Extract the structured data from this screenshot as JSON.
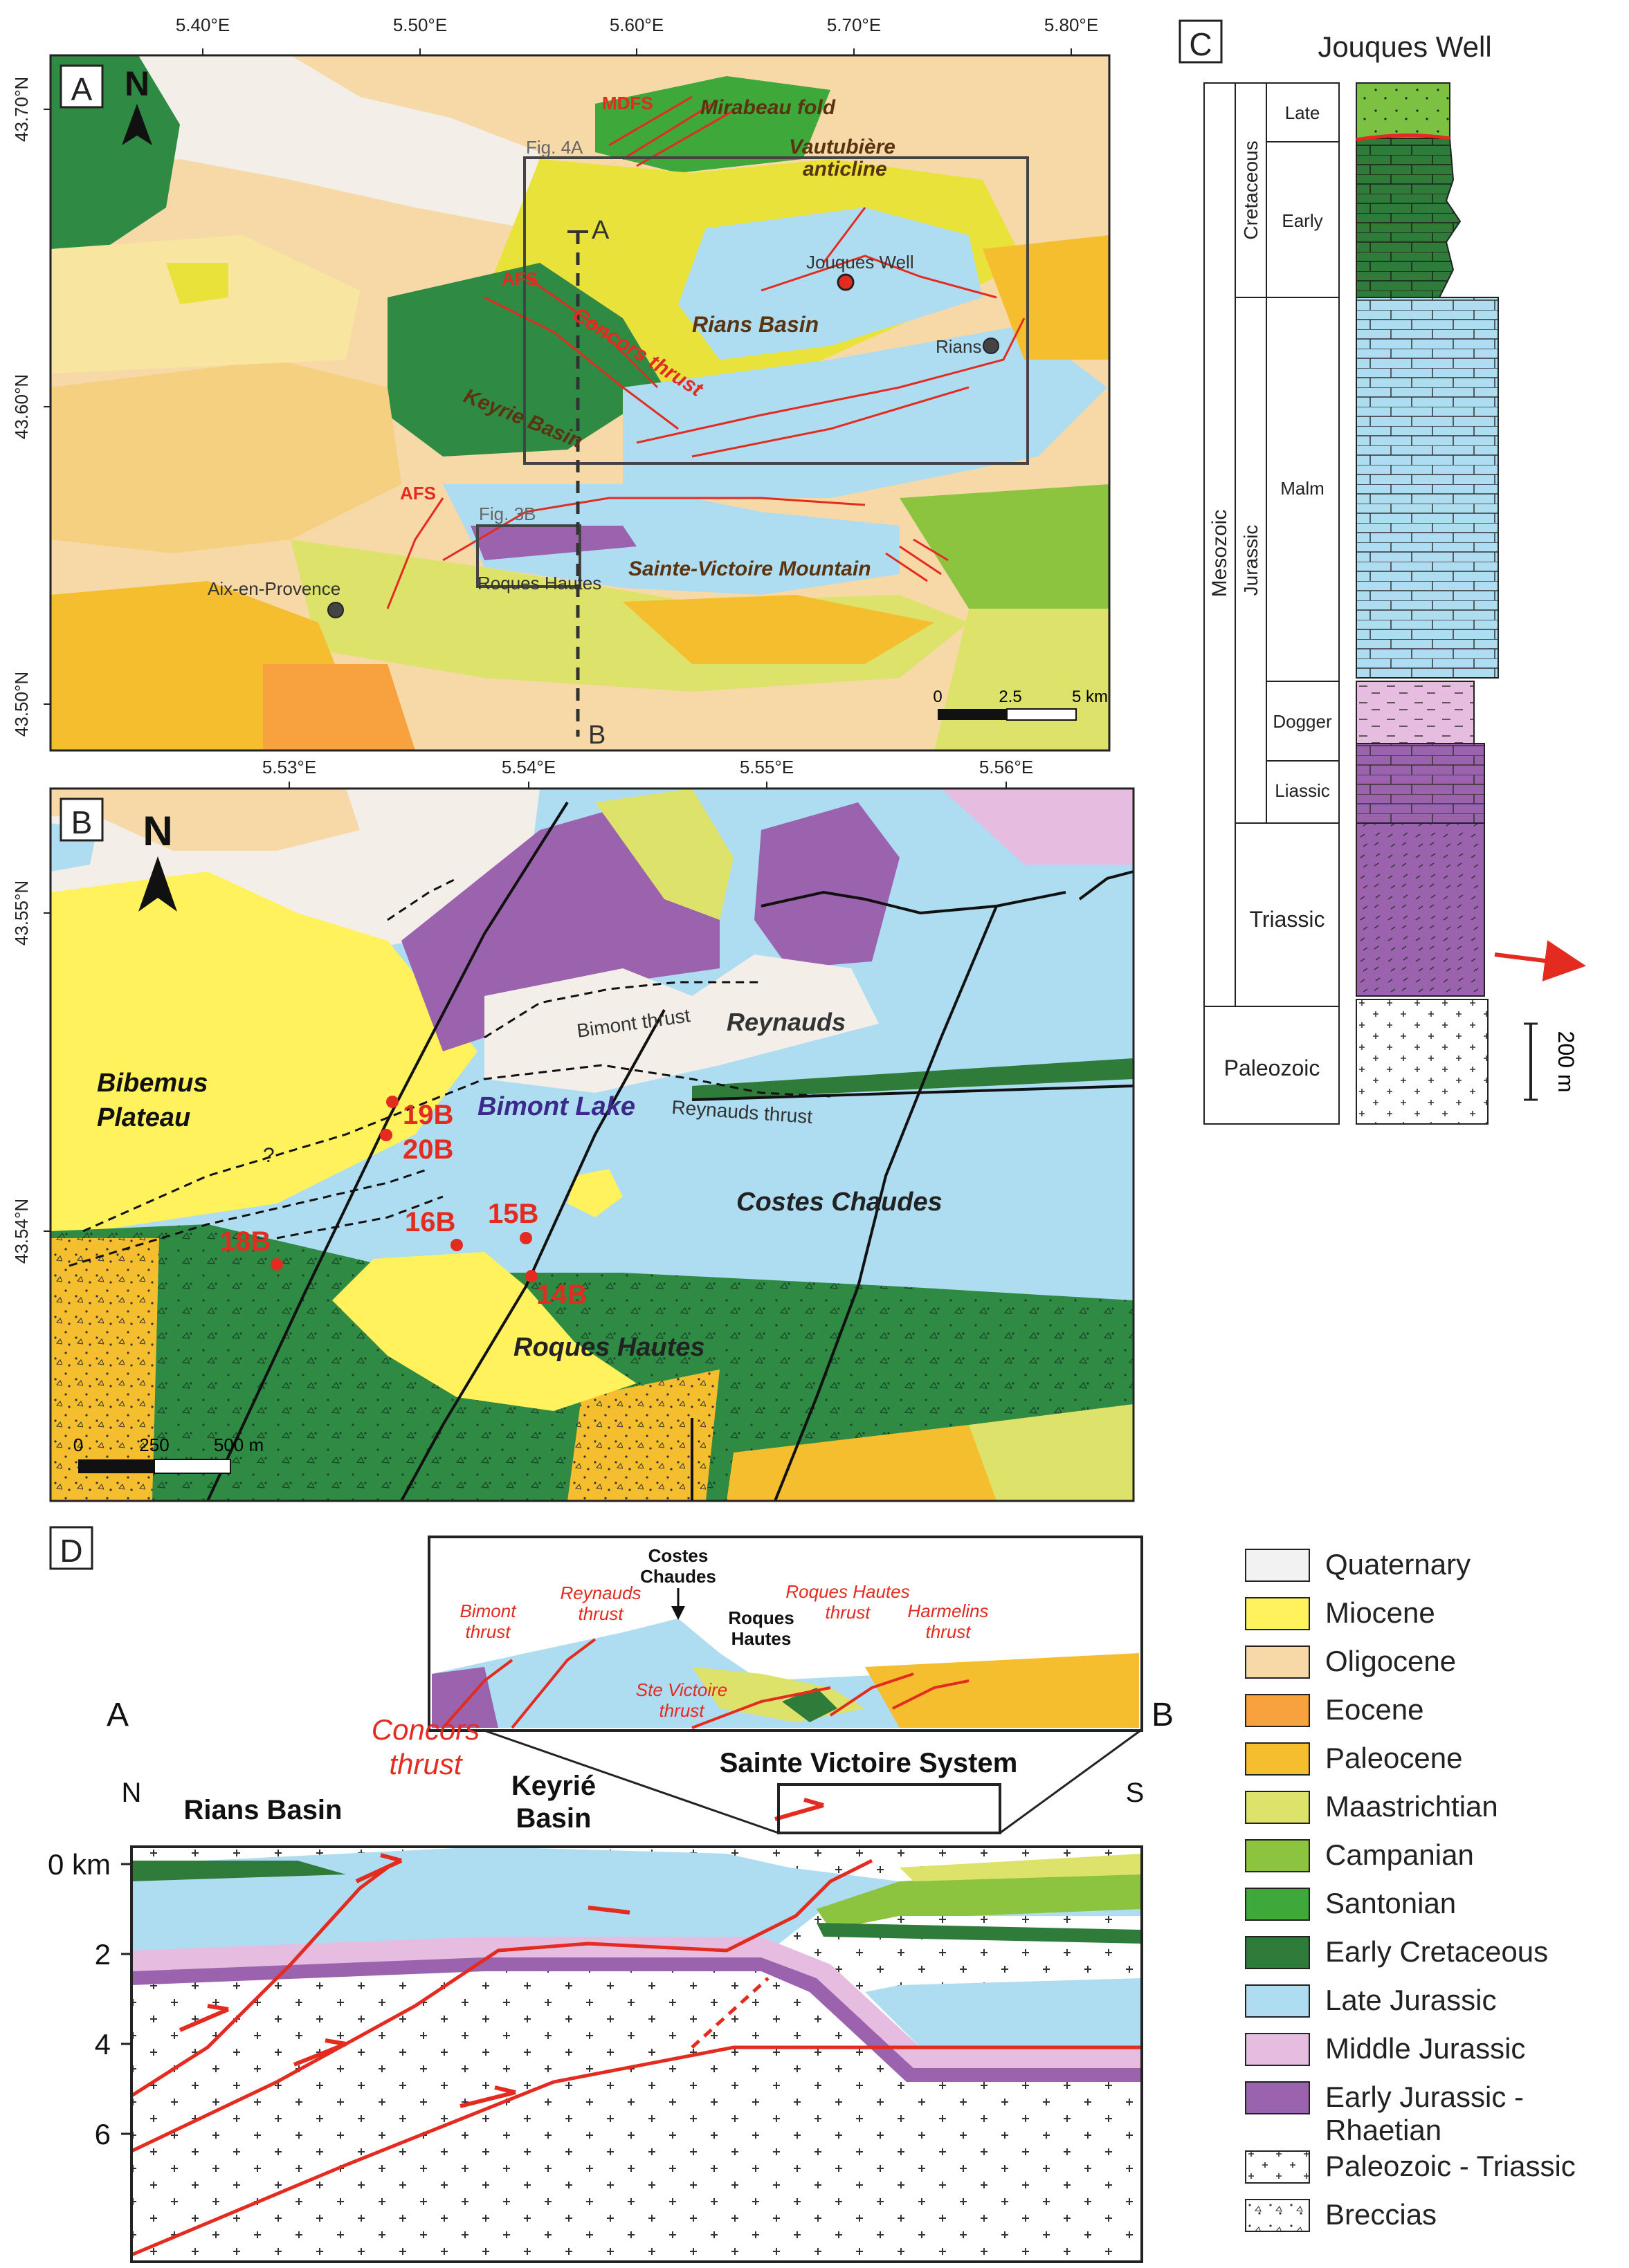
{
  "panel_letters": {
    "a": "A",
    "b": "B",
    "c": "C",
    "d": "D"
  },
  "north": "N",
  "colors": {
    "quaternary": "#f2f2f2",
    "miocene": "#fff25c",
    "oligocene": "#f6d9a7",
    "eocene": "#f7a23e",
    "paleocene": "#f4be2e",
    "maastrichtian": "#dde26a",
    "campanian": "#8cc43f",
    "santonian": "#3ea83a",
    "early_cretaceous": "#2e7b3a",
    "late_jurassic": "#aedcf1",
    "middle_jurassic": "#e6bde0",
    "early_jurassic": "#9b63ad",
    "fault": "#e32b20"
  },
  "panel_a": {
    "lon_ticks": [
      "5.40°E",
      "5.50°E",
      "5.60°E",
      "5.70°E",
      "5.80°E"
    ],
    "lat_ticks": [
      "43.70°N",
      "43.60°N",
      "43.50°N"
    ],
    "labels": {
      "mdfs": "MDFS",
      "mirabeau": "Mirabeau fold",
      "vautubiere": "Vautubière anticline",
      "fig4a": "Fig. 4A",
      "jouques": "Jouques Well",
      "afs1": "AFS",
      "afs2": "AFS",
      "rians_basin": "Rians Basin",
      "rians": "Rians",
      "concors": "Concors thrust",
      "keyrie": "Keyrie Basin",
      "fig3b": "Fig. 3B",
      "aix": "Aix-en-Provence",
      "roques": "Roques Hautes",
      "sv_mountain": "Sainte-Victoire Mountain",
      "section_a": "A",
      "section_b": "B"
    },
    "scale": {
      "s0": "0",
      "s1": "2.5",
      "s2": "5 km"
    }
  },
  "panel_b": {
    "lon_ticks": [
      "5.53°E",
      "5.54°E",
      "5.55°E",
      "5.56°E"
    ],
    "lat_ticks": [
      "43.55°N",
      "43.54°N"
    ],
    "labels": {
      "reynauds": "Reynauds",
      "bimont_thrust": "Bimont thrust",
      "bibemus1": "Bibemus",
      "bibemus2": "Plateau",
      "bimont_lake": "Bimont Lake",
      "reynauds_thrust": "Reynauds thrust",
      "costes": "Costes Chaudes",
      "roques": "Roques Hautes",
      "q": "?"
    },
    "samples": [
      "19B",
      "20B",
      "18B",
      "16B",
      "15B",
      "14B"
    ],
    "scale": {
      "s0": "0",
      "s1": "250",
      "s2": "500 m"
    }
  },
  "panel_c": {
    "title": "Jouques Well",
    "col_era": "Mesozoic",
    "col_period_cret": "Cretaceous",
    "col_period_jur": "Jurassic",
    "late": "Late",
    "early": "Early",
    "malm": "Malm",
    "dogger": "Dogger",
    "liassic": "Liassic",
    "triassic": "Triassic",
    "paleozoic": "Paleozoic",
    "scale": "200 m"
  },
  "panel_d": {
    "a": "A",
    "b": "B",
    "n": "N",
    "s": "S",
    "rians_basin": "Rians Basin",
    "concors1": "Concors",
    "concors2": "thrust",
    "keyrie1": "Keyrié",
    "keyrie2": "Basin",
    "sv_system": "Sainte Victoire System",
    "depths": [
      "0 km",
      "2",
      "4",
      "6"
    ],
    "inset": {
      "costes1": "Costes",
      "costes2": "Chaudes",
      "bimont1": "Bimont",
      "bimont2": "thrust",
      "reynauds1": "Reynauds",
      "reynauds2": "thrust",
      "roques1": "Roques",
      "roques2": "Hautes",
      "rhthrust1": "Roques Hautes",
      "rhthrust2": "thrust",
      "harmelins1": "Harmelins",
      "harmelins2": "thrust",
      "stev1": "Ste Victoire",
      "stev2": "thrust"
    }
  },
  "legend": [
    {
      "label": "Quaternary",
      "color": "#f2f2f2"
    },
    {
      "label": "Miocene",
      "color": "#fff25c"
    },
    {
      "label": "Oligocene",
      "color": "#f6d9a7"
    },
    {
      "label": "Eocene",
      "color": "#f7a23e"
    },
    {
      "label": "Paleocene",
      "color": "#f4be2e"
    },
    {
      "label": "Maastrichtian",
      "color": "#dde26a"
    },
    {
      "label": "Campanian",
      "color": "#8cc43f"
    },
    {
      "label": "Santonian",
      "color": "#3ea83a"
    },
    {
      "label": "Early Cretaceous",
      "color": "#2e7b3a"
    },
    {
      "label": "Late Jurassic",
      "color": "#aedcf1"
    },
    {
      "label": "Middle Jurassic",
      "color": "#e6bde0"
    },
    {
      "label": "Early Jurassic -",
      "label2": "Rhaetian",
      "color": "#9b63ad"
    },
    {
      "label": "Paleozoic - Triassic",
      "color": "#ffffff",
      "pattern": "plus"
    },
    {
      "label": "Breccias",
      "color": "#ffffff",
      "pattern": "dots"
    }
  ]
}
